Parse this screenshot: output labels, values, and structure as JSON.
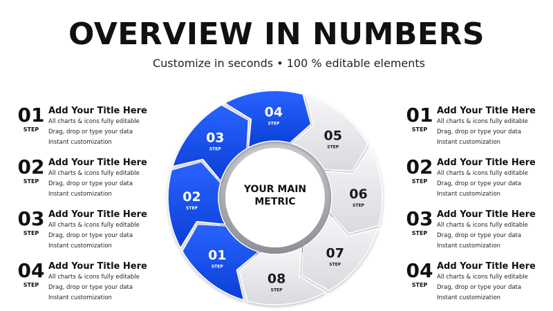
{
  "header": {
    "title": "OVERVIEW IN NUMBERS",
    "subtitle": "Customize in seconds • 100 % editable elements"
  },
  "step_word": "STEP",
  "left_cards": [
    {
      "number": "01",
      "title": "Add Your Title Here",
      "desc": "All charts & icons fully editable Drag, drop or type your data Instant customization"
    },
    {
      "number": "02",
      "title": "Add Your Title Here",
      "desc": "All charts & icons fully editable Drag, drop or type your data Instant customization"
    },
    {
      "number": "03",
      "title": "Add Your Title Here",
      "desc": "All charts & icons fully editable Drag, drop or type your data Instant customization"
    },
    {
      "number": "04",
      "title": "Add Your Title Here",
      "desc": "All charts & icons fully editable Drag, drop or type your data Instant customization"
    }
  ],
  "right_cards": [
    {
      "number": "01",
      "title": "Add Your Title Here",
      "desc": "All charts & icons fully editable Drag, drop or type your data Instant customization"
    },
    {
      "number": "02",
      "title": "Add Your Title Here",
      "desc": "All charts & icons fully editable Drag, drop or type your data Instant customization"
    },
    {
      "number": "03",
      "title": "Add Your Title Here",
      "desc": "All charts & icons fully editable Drag, drop or type your data Instant customization"
    },
    {
      "number": "04",
      "title": "Add Your Title Here",
      "desc": "All charts & icons fully editable Drag, drop or type your data Instant customization"
    }
  ],
  "cycle": {
    "center_line1": "YOUR MAIN",
    "center_line2": "METRIC",
    "segments": [
      {
        "number": "01",
        "label": "STEP",
        "highlighted": true
      },
      {
        "number": "02",
        "label": "STEP",
        "highlighted": true
      },
      {
        "number": "03",
        "label": "STEP",
        "highlighted": true
      },
      {
        "number": "04",
        "label": "STEP",
        "highlighted": true
      },
      {
        "number": "05",
        "label": "STEP",
        "highlighted": false
      },
      {
        "number": "06",
        "label": "STEP",
        "highlighted": false
      },
      {
        "number": "07",
        "label": "STEP",
        "highlighted": false
      },
      {
        "number": "08",
        "label": "STEP",
        "highlighted": false
      }
    ]
  },
  "colors": {
    "highlight": "#1a52f0",
    "highlight_text": "#ffffff",
    "muted": "#e9e9ee",
    "muted_text": "#1a1a1a",
    "text": "#111111"
  }
}
